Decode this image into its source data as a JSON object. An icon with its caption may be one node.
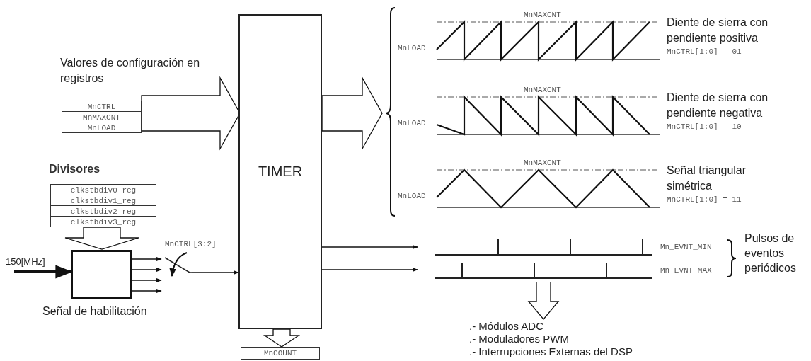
{
  "diagram": {
    "nodes": [
      {
        "text": [
          "Valores de configuración en registros",
          "MnCTRL",
          "MnMAXCNT",
          "MnLOAD"
        ]
      },
      {
        "text": [
          "TIMER"
        ]
      },
      {
        "text": [
          "Diente de sierra con pendiente positiva",
          "MnCTRL[1:0] = 01"
        ],
        "beside": [
          "MnMAXCNT",
          "MnLOAD"
        ]
      },
      {
        "text": [
          "Diente de sierra con pendiente negativa",
          "MnCTRL[1:0] = 10"
        ],
        "beside": [
          "MnMAXCNT",
          "MnLOAD"
        ]
      },
      {
        "text": [
          "Señal triangular simétrica",
          "MnCTRL[1:0] = 11"
        ],
        "beside": [
          "MnMAXCNT",
          "MnLOAD"
        ]
      },
      {
        "text": [
          "Divisores",
          "clkstbdiv0_reg",
          "clkstbdiv1_reg",
          "clkstbdiv2_reg",
          "clkstbdiv3_reg"
        ]
      },
      {
        "text": [],
        "shape": "box",
        "beside": [
          "Señal de habilitación"
        ]
      },
      {
        "text": [],
        "shape": "switch",
        "beside": [
          "MnCTRL[3:2]"
        ]
      },
      {
        "text": [],
        "shape": "picture",
        "beside": [
          "Mn_EVNT_MIN"
        ]
      },
      {
        "text": [],
        "shape": "picture",
        "beside": [
          "Mn_EVNT_MAX"
        ]
      },
      {
        "text": [
          "MnCOUNT"
        ]
      },
      {
        "text": [
          ".- Módulos ADC",
          ".- Moduladores PWM",
          ".- Interrupciones Externas del DSP"
        ]
      }
    ],
    "edges": [
      {
        "from": 0,
        "to": 1,
        "arrow": "to"
      },
      {
        "from": 1,
        "to": 2,
        "arrow": "to"
      },
      {
        "from": 1,
        "to": 3,
        "arrow": "to"
      },
      {
        "from": 1,
        "to": 4,
        "arrow": "to"
      },
      {
        "from": 5,
        "to": 6,
        "arrow": "to"
      },
      {
        "from": null,
        "to": 6,
        "arrow": "to",
        "label": "150[MHz]",
        "style": "thick"
      },
      {
        "from": 6,
        "to": 7,
        "arrow": "to"
      },
      {
        "from": 6,
        "to": 7,
        "arrow": "to"
      },
      {
        "from": 6,
        "to": 7,
        "arrow": "to"
      },
      {
        "from": 6,
        "to": 7,
        "arrow": "to"
      },
      {
        "from": 7,
        "to": 1,
        "arrow": "to"
      },
      {
        "from": 1,
        "to": 8,
        "arrow": "to"
      },
      {
        "from": 1,
        "to": 9,
        "arrow": "to"
      },
      {
        "from": 8,
        "to": 11,
        "arrow": "to"
      },
      {
        "from": 9,
        "to": 11,
        "arrow": "to"
      },
      {
        "from": 1,
        "to": 10,
        "arrow": "to"
      }
    ],
    "labels": [
      "Pulsos de eventos periódicos"
    ]
  }
}
